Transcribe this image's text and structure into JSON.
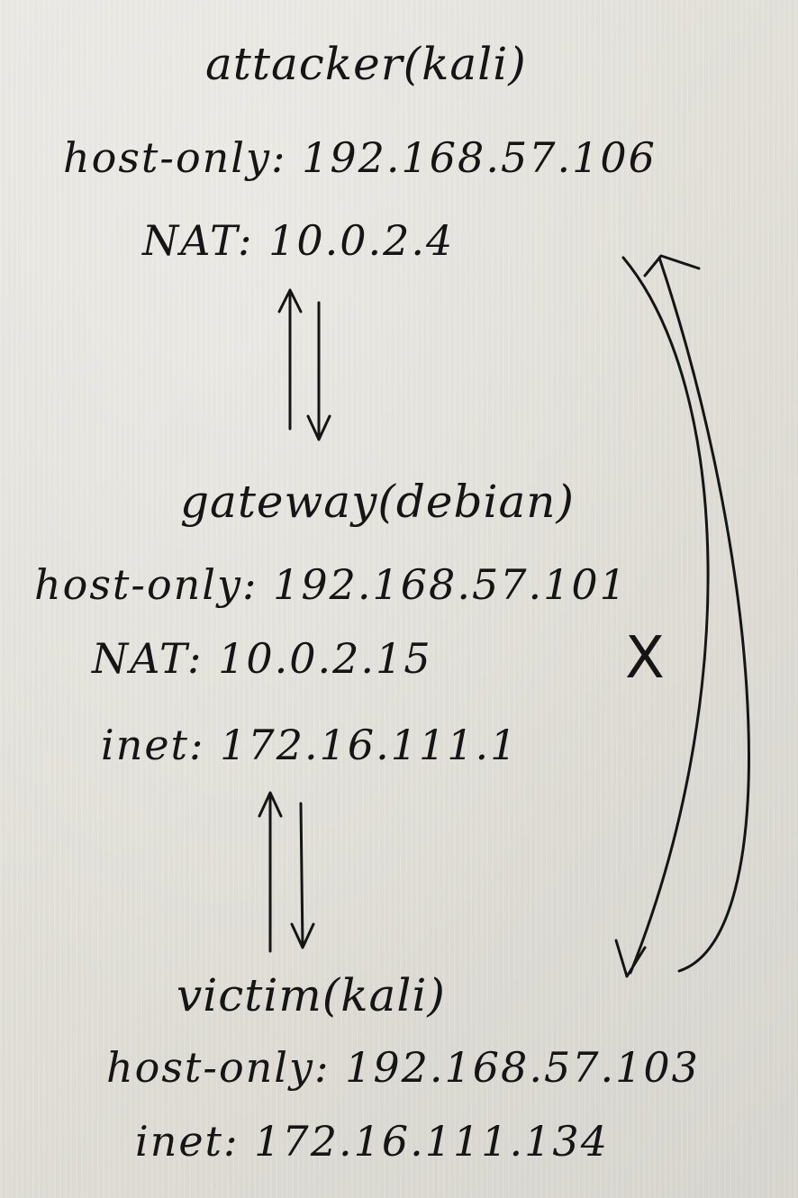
{
  "attacker": {
    "title": "attacker(kali)",
    "host_only": "host-only: 192.168.57.106",
    "nat": "NAT: 10.0.2.4"
  },
  "gateway": {
    "title": "gateway(debian)",
    "host_only": "host-only: 192.168.57.101",
    "nat": "NAT: 10.0.2.15",
    "inet": "inet: 172.16.111.1"
  },
  "victim": {
    "title": "victim(kali)",
    "host_only": "host-only: 192.168.57.103",
    "inet": "inet: 172.16.111.134"
  },
  "blocked_link_mark": "X",
  "colors": {
    "paper": "#e4e2dc",
    "ink": "#151515"
  }
}
